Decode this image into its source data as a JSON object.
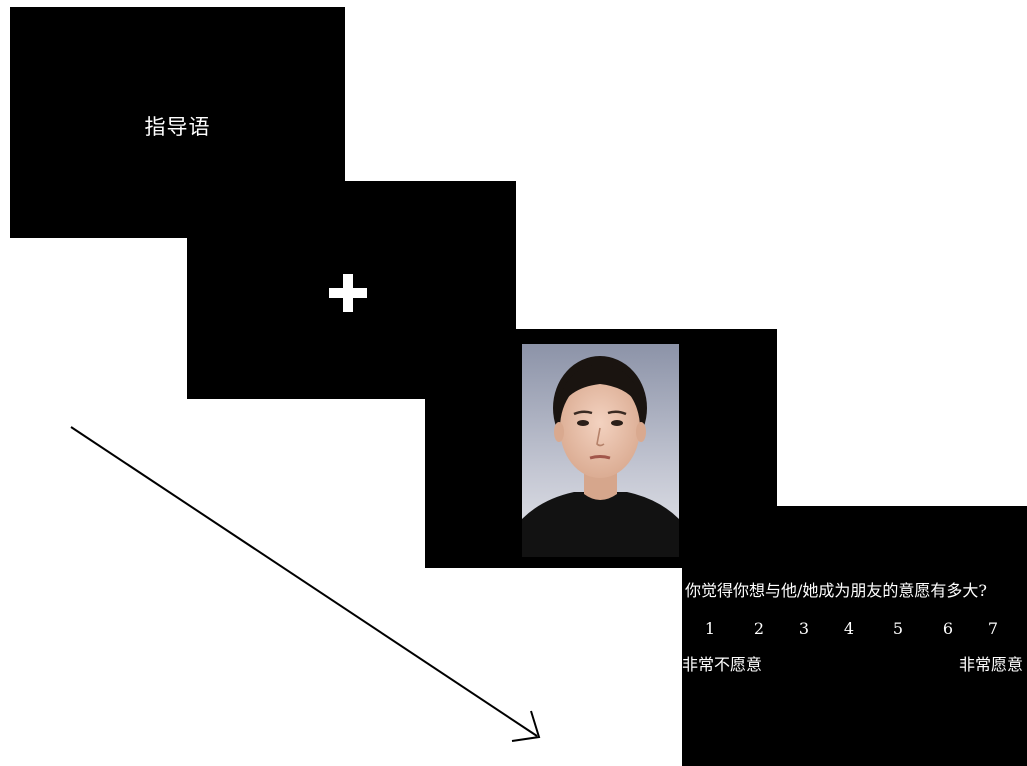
{
  "instructions": {
    "text": "指导语"
  },
  "fixation": {
    "symbol": "+"
  },
  "face": {
    "description_icon": "face-photo"
  },
  "rating": {
    "question": "你觉得你想与他/她成为朋友的意愿有多大?",
    "scale": [
      "1",
      "2",
      "3",
      "4",
      "5",
      "6",
      "7"
    ],
    "anchor_left": "非常不愿意",
    "anchor_right": "非常愿意"
  },
  "colors": {
    "screen_bg": "#000000",
    "text": "#ffffff",
    "page_bg": "#ffffff",
    "arrow": "#000000"
  }
}
